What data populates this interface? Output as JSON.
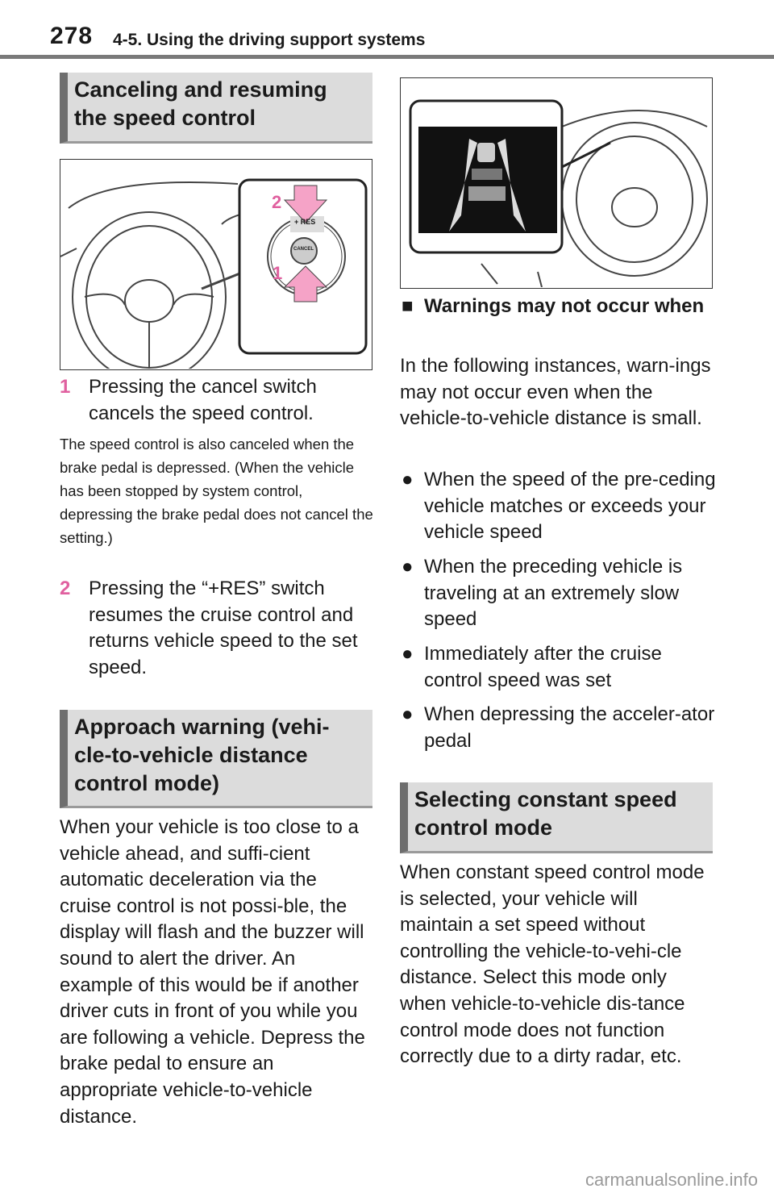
{
  "header": {
    "page_number": "278",
    "section_title": "4-5. Using the driving support systems"
  },
  "left": {
    "heading1": "Canceling and resuming the speed control",
    "figure1": {
      "labels": [
        "2",
        "1"
      ],
      "button_res": "+ RES",
      "button_cancel": "CANCEL"
    },
    "step1": {
      "num": "1",
      "text": "Pressing the cancel switch cancels the speed control."
    },
    "note1": "The speed control is also canceled when the brake pedal is depressed. (When the vehicle has been stopped by system control, depressing the brake pedal does not cancel the setting.)",
    "step2": {
      "num": "2",
      "text": "Pressing the “+RES” switch resumes the cruise control and returns vehicle speed to the set speed."
    },
    "heading2": "Approach warning (vehi-cle-to-vehicle distance control mode)",
    "para1": "When your vehicle is too close to a vehicle ahead, and suffi-cient automatic deceleration via the cruise control is not possi-ble, the display will flash and the buzzer will sound to alert the driver. An example of this would be if another driver cuts in front of you while you are following a vehicle. Depress the brake pedal to ensure an appropriate vehicle-to-vehicle distance."
  },
  "right": {
    "subheading_marker": "■",
    "subheading": "Warnings may not occur when",
    "intro": "In the following instances, warn-ings may not occur even when the vehicle-to-vehicle distance is small.",
    "bullet_glyph": "●",
    "bullets": [
      "When the speed of the pre-ceding vehicle matches or exceeds your vehicle speed",
      "When the preceding vehicle is traveling at an extremely slow speed",
      "Immediately after the cruise control speed was set",
      "When depressing the acceler-ator pedal"
    ],
    "heading3": "Selecting constant speed control mode",
    "para2": "When constant speed control mode is selected, your vehicle will maintain a set speed without controlling the vehicle-to-vehi-cle distance. Select this mode only when vehicle-to-vehicle dis-tance control mode does not function correctly due to a dirty radar, etc."
  },
  "watermark": "carmanualsonline.info",
  "colors": {
    "accent": "#e0609f",
    "heading_bg": "#dcdcdc",
    "heading_bar": "#6e6e6e"
  }
}
